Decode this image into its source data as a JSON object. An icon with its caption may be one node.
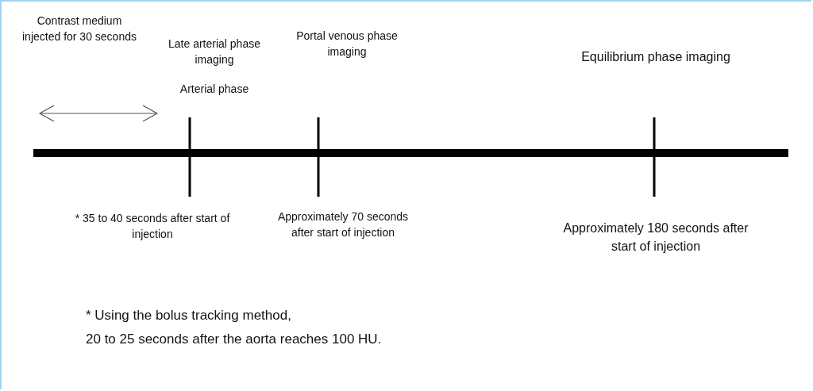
{
  "diagram": {
    "labels": [
      "Contrast medium injected for 30 seconds",
      "Late arterial phase imaging",
      "Arterial phase",
      "Portal venous phase imaging",
      "Equilibrium phase imaging",
      "* 35 to 40 seconds after start of injection",
      "Approximately 70 seconds after start of injection",
      "Approximately 180 seconds after start of injection",
      "* Using the bolus tracking method,",
      "20 to 25 seconds after the aorta reaches 100 HU."
    ]
  }
}
